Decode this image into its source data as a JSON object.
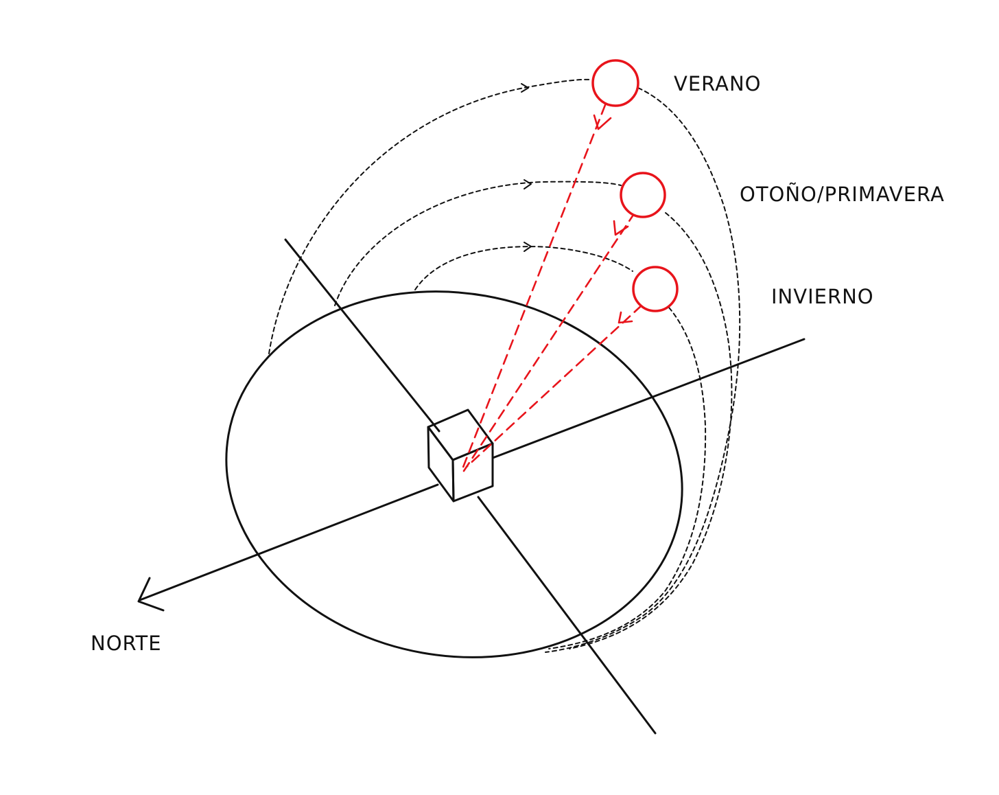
{
  "diagram": {
    "labels": {
      "summer": "VERANO",
      "equinox": "OTOÑO/PRIMAVERA",
      "winter": "INVIERNO",
      "north": "NORTE"
    },
    "colors": {
      "ink": "#111111",
      "sun": "#e8141b",
      "background": "#ffffff"
    },
    "icons": {
      "building": "cube-icon",
      "sun": "sun-circle-icon"
    }
  }
}
